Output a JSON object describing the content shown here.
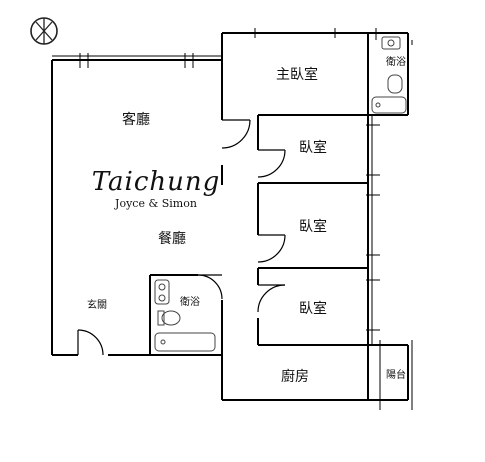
{
  "rooms": {
    "living": "客廳",
    "dining": "餐廳",
    "master_bedroom": "主臥室",
    "bedroom_1": "臥室",
    "bedroom_2": "臥室",
    "bedroom_3": "臥室",
    "master_bath": "衛浴",
    "bath": "衛浴",
    "entrance": "玄關",
    "kitchen": "廚房",
    "balcony": "陽台"
  },
  "branding": {
    "title": "Taichung",
    "subtitle": "Joyce & Simon"
  },
  "icons": {
    "compass": "compass-icon"
  },
  "colors": {
    "wall": "#000000",
    "fixture": "#555555",
    "background": "#ffffff"
  }
}
